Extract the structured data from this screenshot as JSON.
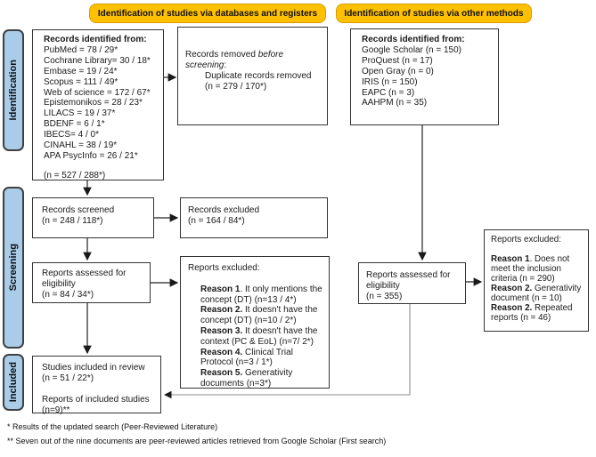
{
  "headers": {
    "left": "Identification of studies via databases and registers",
    "right": "Identification of studies via other methods"
  },
  "stages": {
    "identification": "Identification",
    "screening": "Screening",
    "included": "Included"
  },
  "boxes": {
    "records_db": {
      "title": "Records identified from:",
      "lines": [
        "PubMed = 78 / 29*",
        "Cochrane Library= 30 / 18*",
        "Embase = 19 / 24*",
        "Scopus = 111 / 49*",
        "Web of science = 172 / 67*",
        "Epistemonikos = 28 / 23*",
        "LILACS = 19 / 37*",
        "BDENF = 6 / 1*",
        "IBECS= 4 / 0*",
        "CINAHL = 38 / 19*",
        "APA PsycInfo = 26 / 21*"
      ],
      "total": "(n = 527 / 288*)"
    },
    "records_removed": {
      "pre": "Records removed ",
      "italic": "before screening",
      "post": ":",
      "detail_line1": "Duplicate records removed",
      "detail_line2": "(n = 279 / 170*)"
    },
    "records_other": {
      "title": "Records identified from:",
      "lines": [
        "Google Scholar (n = 150)",
        "ProQuest (n = 17)",
        "Open Gray (n = 0)",
        "IRIS (n = 150)",
        "EAPC (n = 3)",
        "AAHPM (n = 35)"
      ]
    },
    "records_screened": {
      "line1": "Records screened",
      "line2": "(n = 248 / 118*)"
    },
    "records_excluded": {
      "line1": "Records excluded",
      "line2": "(n = 164 / 84*)"
    },
    "reports_assessed": {
      "line1": "Reports assessed for",
      "line2": "eligibility",
      "line3": "(n = 84 / 34*)"
    },
    "reports_excluded": {
      "title": "Reports excluded:",
      "reasons": [
        {
          "label": "Reason 1",
          "text": ". It only mentions the concept (DT) (n=13 / 4*)"
        },
        {
          "label": "Reason 2.",
          "text": " It doesn't have the concept (DT) (n=10 / 2*)"
        },
        {
          "label": "Reason 3.",
          "text": " It doesn't have the context (PC & EoL) (n=7/ 2*)"
        },
        {
          "label": "Reason 4.",
          "text": " Clinical Trial Protocol (n=3 / 1*)"
        },
        {
          "label": "Reason 5.",
          "text": " Generativity documents (n=3*)"
        }
      ]
    },
    "reports_assessed_other": {
      "line1": "Reports assessed for",
      "line2": "eligibility",
      "line3": "(n = 355)"
    },
    "reports_excluded_other": {
      "title": "Reports excluded:",
      "reasons": [
        {
          "label": "Reason 1",
          "text": ". Does not meet the inclusion criteria (n = 290)"
        },
        {
          "label": "Reason 2.",
          "text": " Generativity document (n = 10)"
        },
        {
          "label": "Reason 2.",
          "text": " Repeated reports (n = 46)"
        }
      ]
    },
    "included": {
      "line1": "Studies included in review",
      "line2": "(n = 51 / 22*)",
      "line3": "Reports of included studies",
      "line4": "(n=9)**"
    }
  },
  "footnotes": {
    "line1": "* Results of the updated search (Peer-Reviewed Literature)",
    "line2": "** Seven out of the nine documents are peer-reviewed articles retrieved from Google Scholar (First search)"
  },
  "colors": {
    "header_bg": "#FFC000",
    "stage_bg": "#A9CCE9",
    "box_border": "#333333",
    "arrow": "#222222"
  }
}
